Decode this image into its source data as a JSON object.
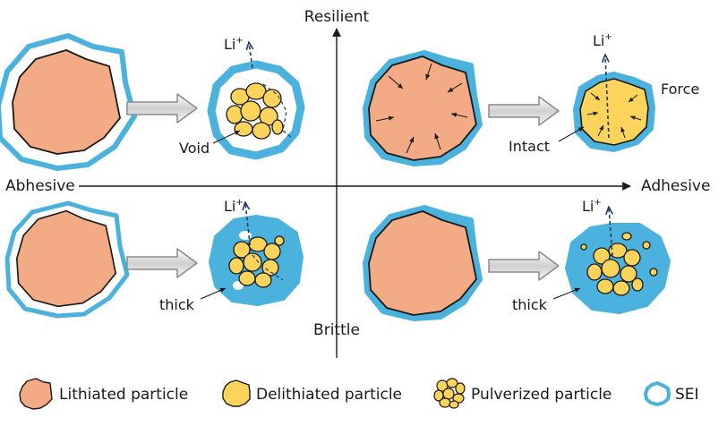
{
  "axes": {
    "top": "Resilient",
    "bottom": "Brittle",
    "left": "Abhesive",
    "right": "Adhesive"
  },
  "annotations": {
    "li": "Li",
    "li_sup": "+",
    "void": "Void",
    "intact": "Intact",
    "force": "Force",
    "thick_left": "thick",
    "thick_right": "thick"
  },
  "legend": {
    "lithiated": "Lithiated particle",
    "delithiated": "Delithiated particle",
    "pulverized": "Pulverized particle",
    "sei": "SEI"
  },
  "colors": {
    "lithiated": "#F2AB85",
    "delithiated": "#FCD45C",
    "sei": "#4BB2DE",
    "outline": "#1a1a1a",
    "arrow": "#9a9a9a"
  }
}
